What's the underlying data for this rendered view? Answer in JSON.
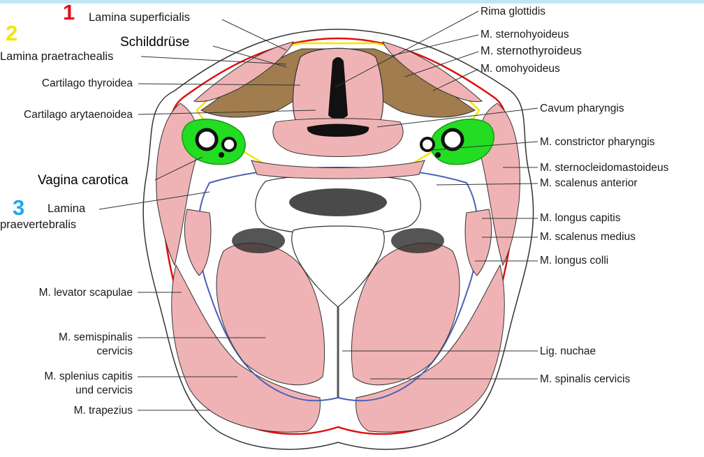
{
  "colors": {
    "fascia_superficial": "#e01010",
    "fascia_pretracheal": "#f2e600",
    "fascia_prevertebral": "#4a62b8",
    "carotid_sheath": "#22dd22",
    "thyroid": "#a07c4e",
    "muscle": "#f0b3b5",
    "bone": "#1a1a1a",
    "number_1": "#e0141c",
    "number_2": "#f2e600",
    "number_3": "#1ea8e8"
  },
  "layers": {
    "n1": "1",
    "n2": "2",
    "n3": "3",
    "lamina_superficialis": "Lamina superficialis",
    "schilddruese": "Schilddrüse",
    "lamina_praetrachealis": "Lamina praetrachealis",
    "vagina_carotica": "Vagina carotica",
    "lamina_praevertebralis_1": "Lamina",
    "lamina_praevertebralis_2": "praevertebralis"
  },
  "labels_left": {
    "cartilago_thyroidea": "Cartilago thyroidea",
    "cartilago_arytaenoidea": "Cartilago arytaenoidea",
    "levator_scapulae": "M. levator scapulae",
    "semispinalis_1": "M. semispinalis",
    "semispinalis_2": "cervicis",
    "splenius_1": "M. splenius capitis",
    "splenius_2": "und cervicis",
    "trapezius": "M. trapezius"
  },
  "labels_right": {
    "rima_glottidis": "Rima glottidis",
    "sternohyoideus": "M. sternohyoideus",
    "sternothyroideus": "M. sternothyroideus",
    "omohyoideus": "M. omohyoideus",
    "cavum_pharyngis": "Cavum pharyngis",
    "constrictor_pharyngis": "M. constrictor pharyngis",
    "sternocleidomastoideus": "M. sternocleidomastoideus",
    "scalenus_anterior": "M. scalenus anterior",
    "longus_capitis": "M. longus capitis",
    "scalenus_medius": "M. scalenus medius",
    "longus_colli": "M. longus colli",
    "lig_nuchae": "Lig. nuchae",
    "spinalis_cervicis": "M. spinalis cervicis"
  }
}
